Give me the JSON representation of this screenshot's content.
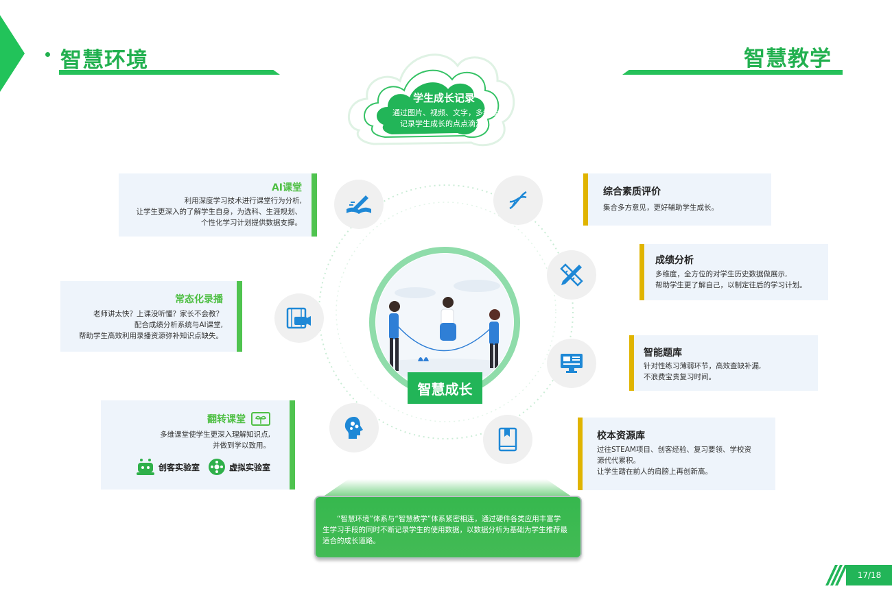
{
  "header_left": {
    "title": "智慧环境"
  },
  "header_right": {
    "title": "智慧教学"
  },
  "cloud": {
    "title": "学生成长记录",
    "lines": [
      "通过图片、视频、文字，多维度",
      "记录学生成长的点点滴滴。"
    ]
  },
  "center": {
    "badge": "智慧成长"
  },
  "left_cards": {
    "ai": {
      "title": "AI课堂",
      "lines": [
        "利用深度学习技术进行课堂行为分析,",
        "让学生更深入的了解学生自身，为选科、生涯规划、",
        "个性化学习计划提供数据支撑。"
      ],
      "icon": "pen-book-icon"
    },
    "record": {
      "title": "常态化录播",
      "lines": [
        "老师讲太快？上课没听懂？家长不会教？",
        "配合成绩分析系统与AI课堂,",
        "帮助学生高效利用录播资源弥补知识点缺失。"
      ],
      "icon": "video-film-icon"
    },
    "flip": {
      "title": "翻转课堂",
      "lines": [
        "多维课堂使学生更深入理解知识点,",
        "并做到学以致用。"
      ],
      "lab1": "创客实验室",
      "lab2": "虚拟实验室",
      "icon": "brain-head-icon"
    }
  },
  "right_cards": {
    "quality": {
      "title": "综合素质评价",
      "lines": [
        "集合多方意见，更好辅助学生成长。"
      ],
      "icon": "dna-icon"
    },
    "score": {
      "title": "成绩分析",
      "lines": [
        "多维度，全方位的对学生历史数据做展示,",
        "帮助学生更了解自己，以制定往后的学习计划。"
      ],
      "icon": "ruler-pencil-icon"
    },
    "bank": {
      "title": "智能题库",
      "lines": [
        "针对性练习薄弱环节，高效查缺补漏,",
        "不浪费宝贵复习时间。"
      ],
      "icon": "monitor-icon"
    },
    "resource": {
      "title": "校本资源库",
      "lines": [
        "过往STEAM项目、创客经验、复习要领、学校资",
        "源代代累积。",
        "让学生踏在前人的肩膀上再创新高。"
      ],
      "icon": "book-icon"
    }
  },
  "bottom": {
    "lines": [
      "“智慧环境”体系与“智慧教学”体系紧密相连，通过硬件各类应用丰富学",
      "生学习手段的同时不断记录学生的使用数据，以数据分析为基础为学生推荐最",
      "适合的成长道路。"
    ]
  },
  "page": {
    "number": "17/18"
  },
  "colors": {
    "green": "#22b558",
    "light_green": "#4fc34f",
    "gold": "#e0b400",
    "card_bg": "#eef4fb",
    "icon_blue": "#1e88d6"
  }
}
